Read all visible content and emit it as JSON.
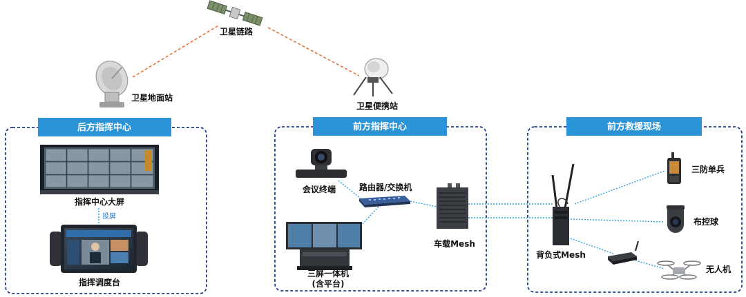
{
  "colors": {
    "header_bg": "#2b94d9",
    "group_border": "#1f3c88",
    "satellite_link": "#e8703a",
    "lan_link": "#2aa0e0"
  },
  "satellite": {
    "label": "卫星链路",
    "icon": "satellite-icon"
  },
  "ground_station": {
    "label": "卫星地面站",
    "icon": "satellite-dish-icon"
  },
  "portable_station": {
    "label": "卫星便携站",
    "icon": "portable-dish-icon"
  },
  "groups": {
    "rear": {
      "title": "后方指挥中心",
      "big_screen": "指挥中心大屏",
      "cast_label": "投屏",
      "console": "指挥调度台"
    },
    "front": {
      "title": "前方指挥中心",
      "conference": "会议终端",
      "router": "路由器/交换机",
      "three_screen_line1": "三屏一体机",
      "three_screen_line2": "(含平台)",
      "vehicle_mesh": "车载Mesh"
    },
    "rescue": {
      "title": "前方救援现场",
      "backpack_mesh": "背负式Mesh",
      "soldier": "三防单兵",
      "dome": "布控球",
      "drone": "无人机"
    }
  }
}
